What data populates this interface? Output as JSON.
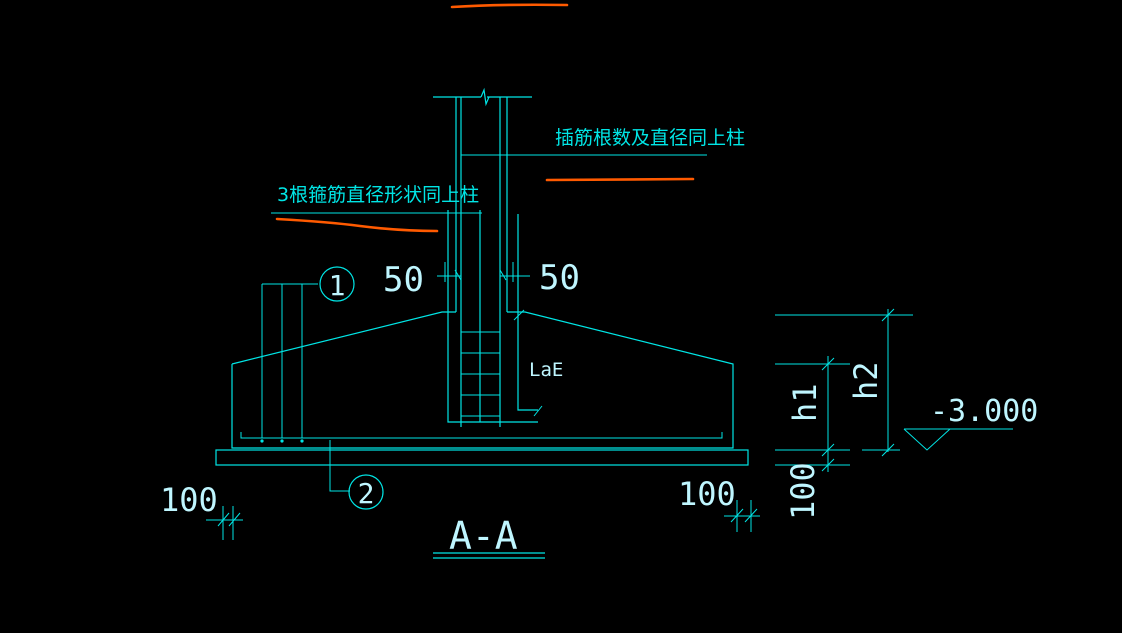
{
  "annotations": {
    "top_note": "插筋根数及直径同上柱",
    "left_note": "3根箍筋直径形状同上柱",
    "dim_50_left": "50",
    "dim_50_right": "50",
    "laE": "LaE",
    "marker_1": "1",
    "marker_2": "2",
    "h1": "h1",
    "h2": "h2",
    "elevation": "-3.000",
    "dim_100_left": "100",
    "dim_100_right": "100",
    "dim_100_vertical": "100",
    "section": "A-A"
  },
  "colors": {
    "background": "#000000",
    "line": "#00e5e5",
    "text": "#bff6ff",
    "highlight": "#ff5a00"
  }
}
